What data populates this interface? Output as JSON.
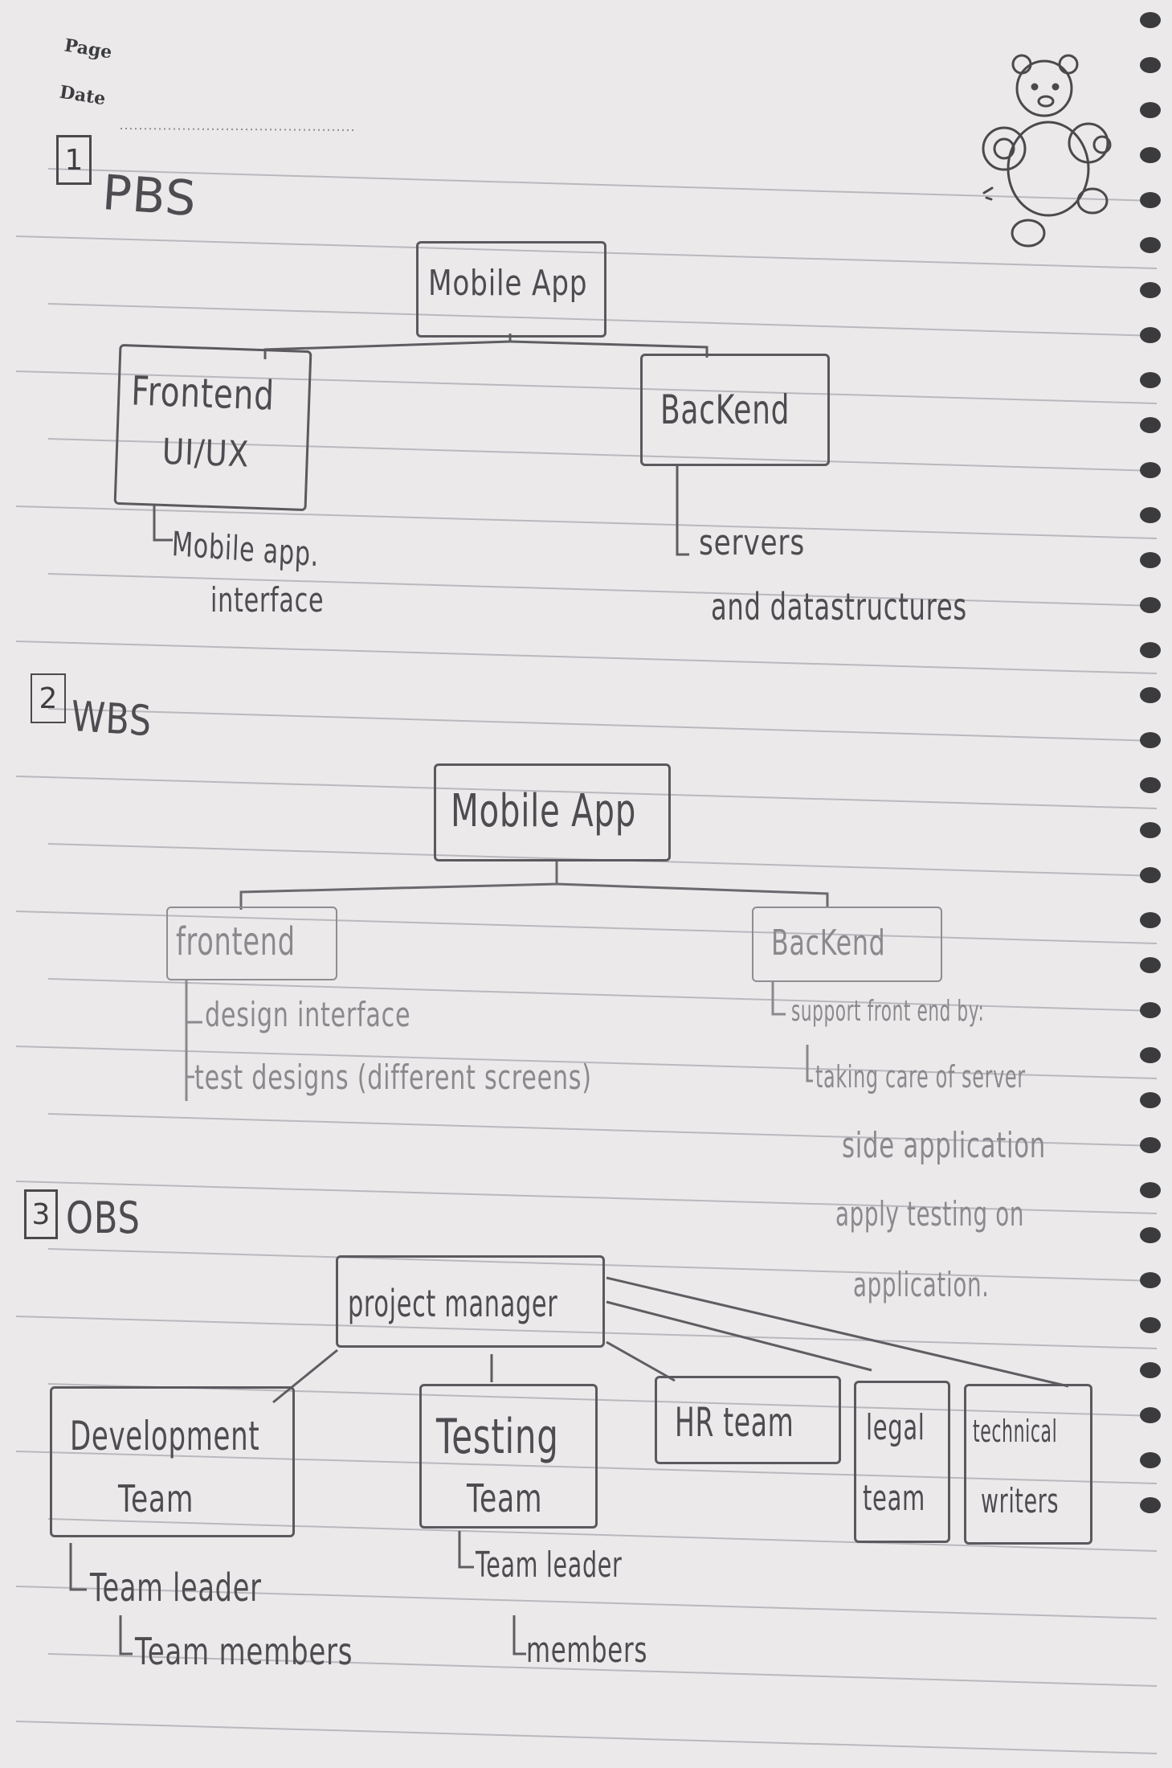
{
  "header": {
    "page_label": "Page",
    "date_label": "Date"
  },
  "sections": {
    "pbs": {
      "number": "1",
      "title": "PBS",
      "root": "Mobile App",
      "frontend_line1": "Frontend",
      "frontend_line2": "UI/UX",
      "frontend_note1": "Mobile app.",
      "frontend_note2": "interface",
      "backend": "BacKend",
      "backend_note1": "servers",
      "backend_note2": "and datastructures"
    },
    "wbs": {
      "number": "2",
      "title": "WBS",
      "root": "Mobile App",
      "frontend": "frontend",
      "frontend_items": [
        "design interface",
        "test designs (different screens)"
      ],
      "backend": "BacKend",
      "backend_note1": "support front end by:",
      "backend_note2": "taking care of server",
      "backend_note3": "side application",
      "backend_note4": "apply testing on",
      "backend_note5": "application."
    },
    "obs": {
      "number": "3",
      "title": "OBS",
      "root": "project manager",
      "dev_line1": "Development",
      "dev_line2": "Team",
      "dev_note1": "Team leader",
      "dev_note2": "Team members",
      "test_line1": "Testing",
      "test_line2": "Team",
      "test_note1": "Team leader",
      "test_note2": "members",
      "hr": "HR team",
      "legal_line1": "legal",
      "legal_line2": "team",
      "tech_line1": "technical",
      "tech_line2": "writers"
    }
  },
  "colors": {
    "paper": "#ebe9ea",
    "ruling": "#b9b8bd",
    "ink": "#4d4c50",
    "faint_ink": "#8a898d"
  }
}
